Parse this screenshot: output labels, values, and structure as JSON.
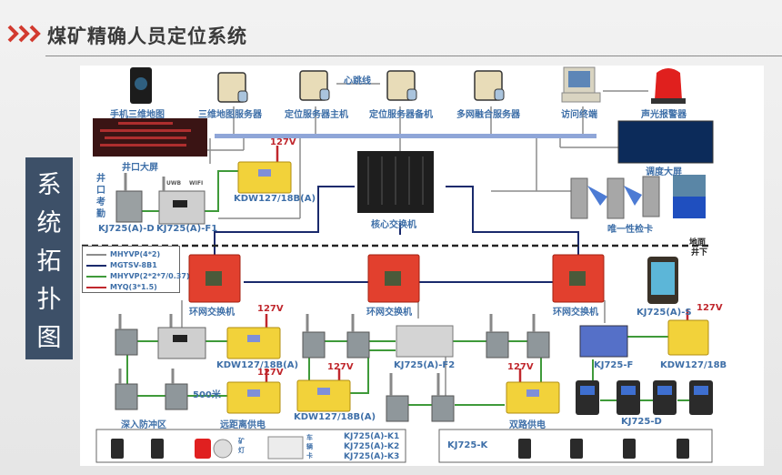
{
  "header": {
    "title": "煤矿精确人员定位系统"
  },
  "side_panel": {
    "chars": [
      "系",
      "统",
      "拓",
      "扑",
      "图"
    ]
  },
  "top_devices": {
    "phone_map": "手机三维地图",
    "map_server": "三维地图服务器",
    "loc_main": "定位服务器主机",
    "heartbeat": "心跳线",
    "loc_backup": "定位服务器备机",
    "fusion_server": "多网融合服务器",
    "access_terminal": "访问终端",
    "alarm": "声光报警器",
    "dispatch_screen": "调度大屏",
    "unique_check": "唯一性检卡",
    "core_switch": "核心交换机",
    "well_screen": "井口大屏",
    "well_attendance": [
      "井",
      "口",
      "考",
      "勤"
    ]
  },
  "well_area": {
    "reader_d": "KJ725(A)-D",
    "station_f1": "KJ725(A)-F1",
    "uwb": "UWB",
    "wifi": "WIFI",
    "power_a": "KDW127/18B(A)",
    "voltage": "127V"
  },
  "boundary": {
    "above": "地面",
    "below": "井下"
  },
  "legend": [
    {
      "label": "MHYVP(4*2)",
      "color": "#8c8c8c"
    },
    {
      "label": "MGTSV-8B1",
      "color": "#1a2a6c"
    },
    {
      "label": "MHYVP(2*2*7/0.37)",
      "color": "#3f9a3a"
    },
    {
      "label": "MYQ(3*1.5)",
      "color": "#c0272d"
    }
  ],
  "ring_switches": [
    "环网交换机",
    "环网交换机",
    "环网交换机"
  ],
  "underground": {
    "power_a1": "KDW127/18B(A)",
    "distance": "500米",
    "deep_zone": "深入防冲区",
    "remote_power": "远距离供电",
    "power_a2": "KDW127/18B(A)",
    "station_f2": "KJ725(A)-F2",
    "dual_power": "双路供电",
    "handheld": "KJ725(A)-S",
    "station_f": "KJ725-F",
    "power_b": "KDW127/18B",
    "reader_d": "KJ725-D",
    "voltage": "127V"
  },
  "tags_left": {
    "lamp": [
      "矿",
      "灯"
    ],
    "vehicle": [
      "车",
      "辆",
      "卡"
    ],
    "models": [
      "KJ725(A)-K1",
      "KJ725(A)-K2",
      "KJ725(A)-K3"
    ]
  },
  "tags_right": {
    "model": "KJ725-K"
  },
  "colors": {
    "gray": "#8c8c8c",
    "navy": "#1a2a6c",
    "green": "#3f9a3a",
    "red": "#c0272d",
    "label_blue": "#3e6fa8",
    "panel": "#3d5068"
  }
}
